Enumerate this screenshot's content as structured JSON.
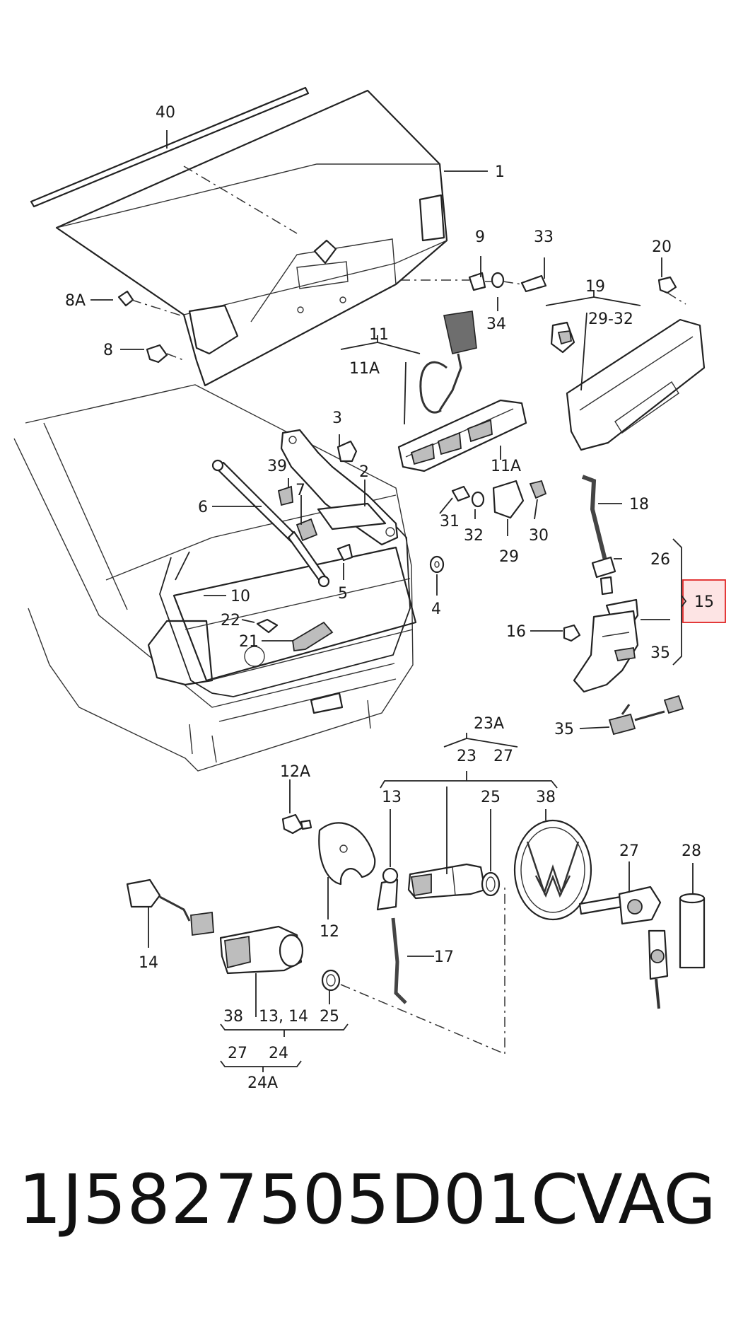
{
  "part_number": "1J5827505D01C",
  "brand": "VAG",
  "highlighted_part": "15",
  "callouts": {
    "c40": "40",
    "c1": "1",
    "c9": "9",
    "c33": "33",
    "c20": "20",
    "c8a": "8A",
    "c34": "34",
    "c19": "19",
    "c2932": "29-32",
    "c8": "8",
    "c11": "11",
    "c11a_top": "11A",
    "c3": "3",
    "c11a_bot": "11A",
    "c39": "39",
    "c2": "2",
    "c7": "7",
    "c6": "6",
    "c18": "18",
    "c31": "31",
    "c32": "32",
    "c30": "30",
    "c29": "29",
    "c26": "26",
    "c5": "5",
    "c4": "4",
    "c10": "10",
    "c22": "22",
    "c21": "21",
    "c16": "16",
    "c35a": "35",
    "c35b": "35",
    "c23a": "23A",
    "c23": "23",
    "c27a": "27",
    "c12a": "12A",
    "c13a": "13",
    "c25a": "25",
    "c38a": "38",
    "c12": "12",
    "c17": "17",
    "c14": "14",
    "c27b": "27",
    "c28": "28",
    "c38b": "38",
    "c1314": "13, 14",
    "c25b": "25",
    "c27c": "27",
    "c24": "24",
    "c24a": "24A"
  }
}
